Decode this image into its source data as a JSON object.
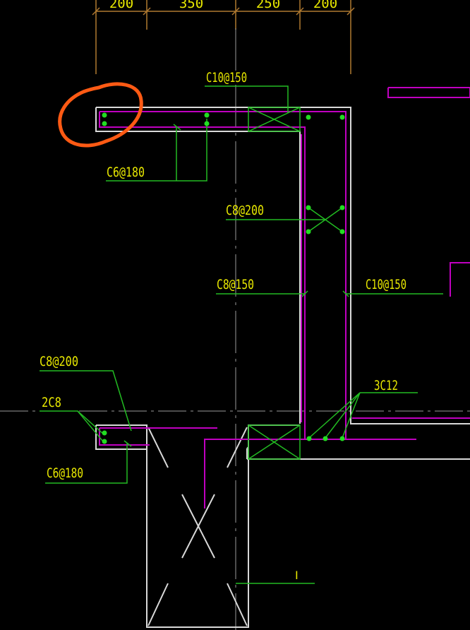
{
  "colors": {
    "background": "#000000",
    "outline": "#d9d9d9",
    "rebar": "#c000c0",
    "leader": "#22bb22",
    "label": "#e8e800",
    "dimension": "#b07a30",
    "highlight": "#ff5a14",
    "bar_dot": "#22dd22"
  },
  "dimensions": [
    "200",
    "350",
    "250",
    "200"
  ],
  "annotations": {
    "top_stirrup": "C10@150",
    "top_slab": "C6@180",
    "wall_tie": "C8@200",
    "wall_inner": "C8@150",
    "wall_outer": "C10@150",
    "bottom_c8_200": "C8@200",
    "bottom_2c8": "2C8",
    "bottom_slab": "C6@180",
    "bottom_bars": "3C12",
    "small_mark": "Ⅰ"
  }
}
